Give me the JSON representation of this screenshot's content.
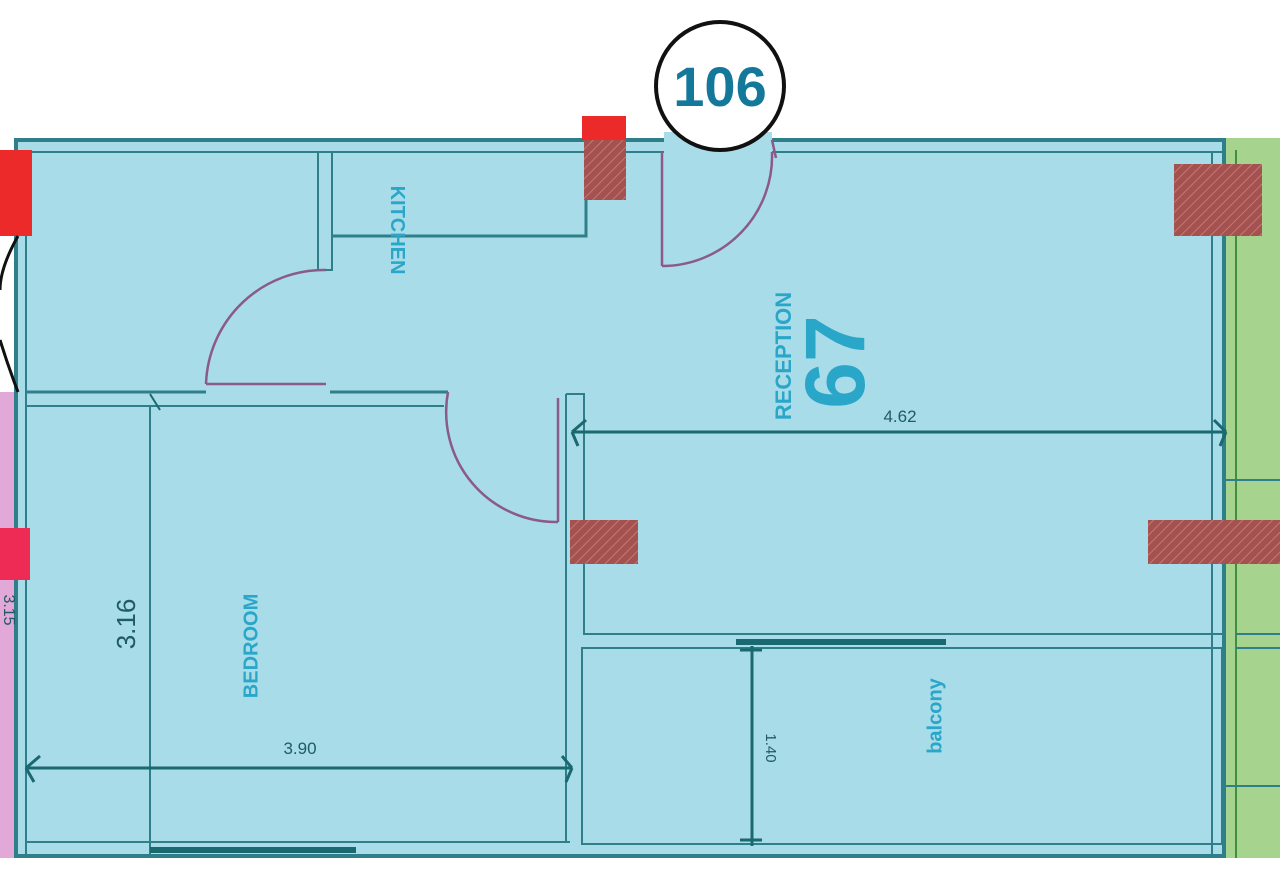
{
  "unit": {
    "number": "106"
  },
  "rooms": {
    "kitchen": "KITCHEN",
    "reception": "RECEPTION",
    "bedroom": "BEDROOM",
    "balcony": "balcony"
  },
  "area": {
    "value": "67"
  },
  "dimensions": {
    "reception_width": "4.62",
    "bedroom_width": "3.90",
    "bedroom_depth": "3.16",
    "balcony_depth": "1.40",
    "left_partial": "3.15"
  },
  "colors": {
    "floor": "#a8dce9",
    "wall": "#2e7f8a",
    "door": "#8b5a86",
    "column": "#a4514f",
    "red_marker": "#ec2a2a",
    "neighbor_green": "#a6d48f",
    "neighbor_pink": "#e2a8d8",
    "label": "#2aa6c9",
    "unit_text": "#14789b"
  }
}
